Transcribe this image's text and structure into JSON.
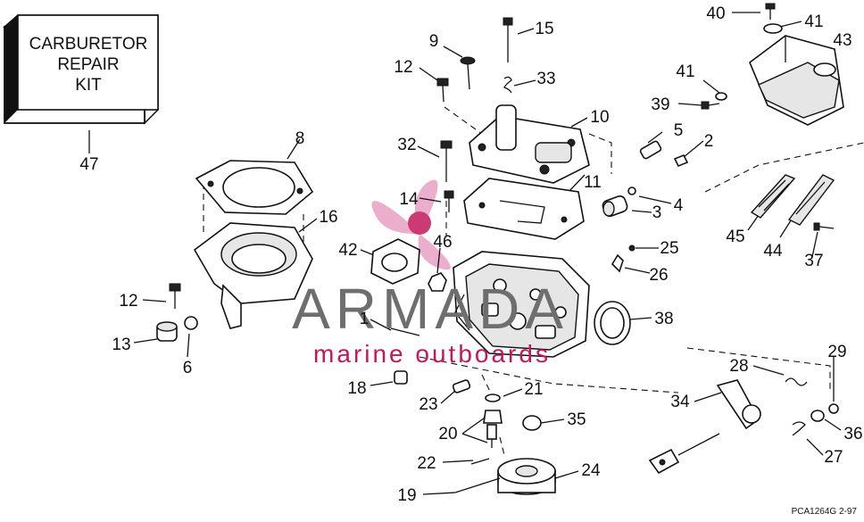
{
  "kit_box": {
    "line1": "CARBURETOR",
    "line2": "REPAIR",
    "line3": "KIT"
  },
  "watermark": {
    "brand": "ARMADA",
    "tagline": "marine outboards"
  },
  "drawing_code": "PCA1264G  2-97",
  "colors": {
    "watermark_logo": "#e8a0c4",
    "watermark_text": "#6e6e6e",
    "watermark_tagline": "#c2185b"
  },
  "callouts": [
    "40",
    "41",
    "43",
    "41",
    "39",
    "15",
    "9",
    "33",
    "12",
    "10",
    "5",
    "2",
    "8",
    "32",
    "4",
    "11",
    "3",
    "14",
    "16",
    "46",
    "42",
    "25",
    "45",
    "44",
    "37",
    "26",
    "12",
    "38",
    "1",
    "13",
    "6",
    "29",
    "28",
    "18",
    "21",
    "34",
    "23",
    "36",
    "35",
    "20",
    "27",
    "22",
    "24",
    "19",
    "47"
  ]
}
